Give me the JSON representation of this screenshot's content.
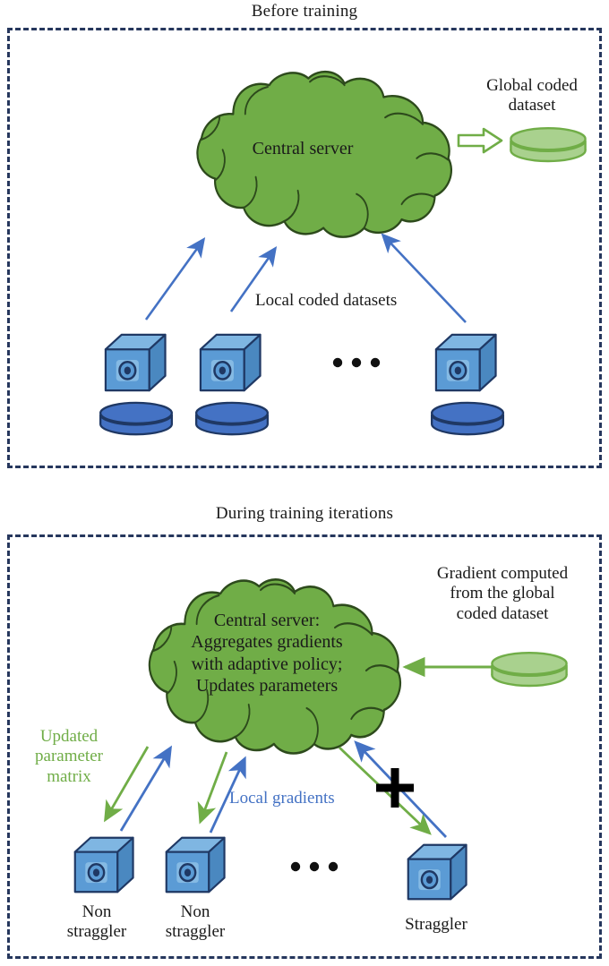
{
  "figure": {
    "kind": "system-architecture-diagram",
    "panels": [
      {
        "id": "before-training",
        "title": "Before training",
        "cloud_label": "Central server",
        "right_label": "Global coded\ndataset",
        "flow_label": "Local coded datasets",
        "ellipsis": "• • •"
      },
      {
        "id": "during-training",
        "title": "During training iterations",
        "cloud_label": "Central server:\nAggregates gradients\nwith adaptive policy;\nUpdates parameters",
        "right_label": "Gradient computed\nfrom the global\ncoded dataset",
        "downlink_label": "Updated\nparameter\nmatrix",
        "uplink_label": "Local gradients",
        "ellipsis": "• • •",
        "node_labels": [
          "Non\nstraggler",
          "Non\nstraggler",
          "Straggler"
        ],
        "blocked_marker": "plus-cross"
      }
    ],
    "icons": {
      "cloud": "cloud-icon",
      "node": "server-cube-icon",
      "local_dataset": "database-disk-icon",
      "global_dataset": "database-disk-icon",
      "block": "cross-icon",
      "arrow_up": "arrow-up-icon",
      "arrow_down": "arrow-down-icon",
      "block_arrow": "block-arrow-right-icon"
    },
    "colors": {
      "panel_border": "#26375d",
      "cloud_fill": "#70ad47",
      "cloud_stroke": "#2d4a1c",
      "node_face": "#5b9bd5",
      "node_top": "#7fb6e2",
      "node_side": "#4a88c0",
      "node_stroke": "#1f3864",
      "local_disk_fill": "#4472c4",
      "local_disk_stroke": "#1f3864",
      "global_disk_fill": "#a9d18e",
      "global_disk_stroke": "#70ad47",
      "uplink_arrow": "#4472c4",
      "downlink_arrow": "#70ad47",
      "text": "#1a1a1a",
      "green_text": "#70ad47",
      "blue_text": "#4472c4",
      "cross": "#000000",
      "background": "#ffffff"
    }
  }
}
